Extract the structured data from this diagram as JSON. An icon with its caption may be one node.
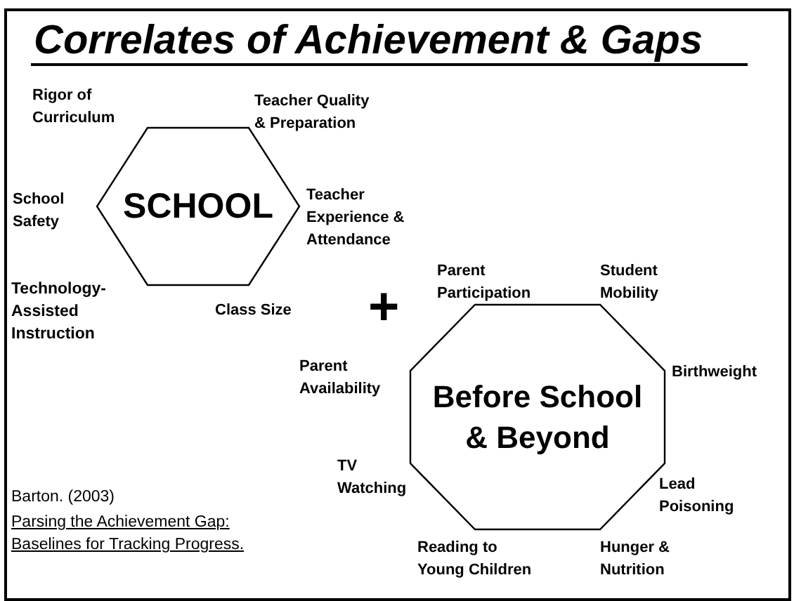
{
  "diagram": {
    "title": "Correlates of Achievement & Gaps",
    "nodes": [
      {
        "text": [
          "SCHOOL"
        ],
        "beside": [
          "Rigor of Curriculum",
          "Teacher Quality & Preparation",
          "School Safety",
          "Teacher Experience & Attendance",
          "Technology-Assisted Instruction",
          "Class Size"
        ]
      },
      {
        "text": [
          "Before School & Beyond"
        ],
        "beside": [
          "Parent Participation",
          "Student Mobility",
          "Parent Availability",
          "Birthweight",
          "TV Watching",
          "Lead Poisoning",
          "Reading to Young Children",
          "Hunger & Nutrition"
        ]
      }
    ],
    "edges": [],
    "labels": [
      "+",
      "Barton. (2003)",
      "Parsing the Achievement Gap: Baselines for Tracking Progress."
    ]
  }
}
